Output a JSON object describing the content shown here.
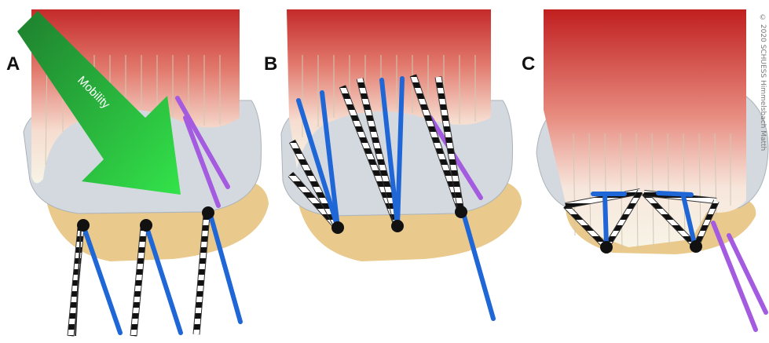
{
  "panels": [
    {
      "id": "A",
      "label": "A"
    },
    {
      "id": "B",
      "label": "B"
    },
    {
      "id": "C",
      "label": "C"
    }
  ],
  "arrow_label": "Mobility",
  "copyright": "© 2020 SCHUESS Himmelsbach Matth",
  "colors": {
    "muscle_red": "#c42a2a",
    "tendon": "#f7f4e6",
    "bone_gray": "#d3d9de",
    "bone_tan": "#e9c98c",
    "suture_blue": "#1f66d6",
    "suture_purple": "#a45be0",
    "arrow_green": "#2ecc40",
    "anchor_black": "#111111"
  }
}
